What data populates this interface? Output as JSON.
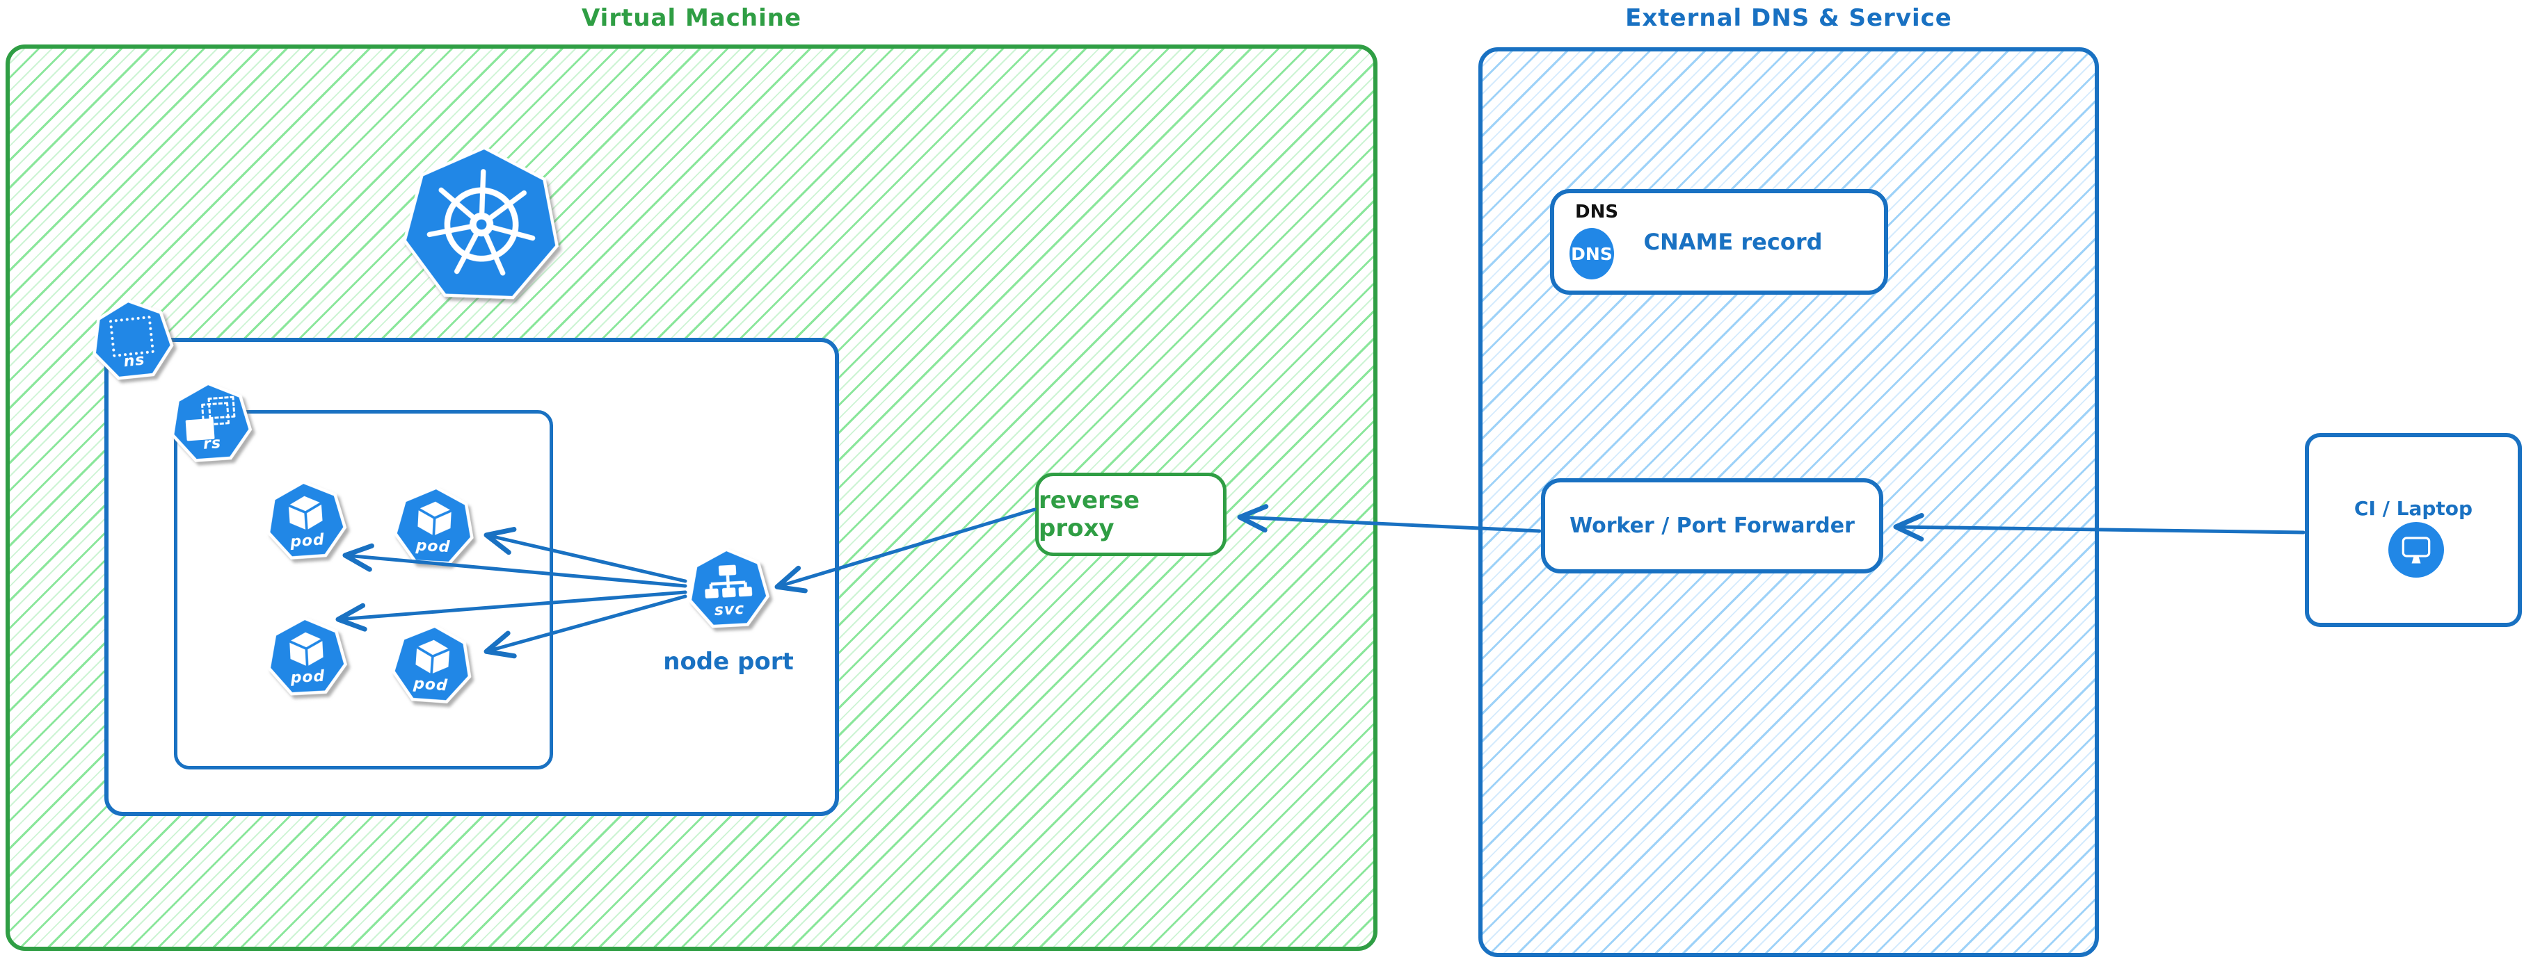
{
  "vm": {
    "title": "Virtual Machine",
    "namespace": {
      "icon_label": "ns"
    },
    "replicaset": {
      "icon_label": "rs"
    },
    "pods": [
      {
        "label": "pod"
      },
      {
        "label": "pod"
      },
      {
        "label": "pod"
      },
      {
        "label": "pod"
      }
    ],
    "service": {
      "icon_label": "svc",
      "caption": "node port"
    },
    "reverse_proxy": {
      "label": "reverse proxy"
    }
  },
  "external": {
    "title": "External DNS & Service",
    "dns": {
      "tag": "DNS",
      "badge_label": "DNS",
      "record_label": "CNAME record"
    },
    "worker": {
      "label": "Worker / Port Forwarder"
    }
  },
  "client": {
    "label": "CI / Laptop"
  },
  "icons": [
    "kubernetes-logo-icon",
    "namespace-icon",
    "replicaset-icon",
    "pod-icon",
    "service-icon",
    "dns-badge-icon",
    "monitor-icon",
    "connection-arrow"
  ],
  "colors": {
    "green_stroke": "#2f9e44",
    "green_hatch": "#8ae69b",
    "blue_stroke": "#1971c2",
    "blue_hatch": "#9ed2f8",
    "icon_blue": "#2187e6",
    "shadow_grey": "#b5b5b5",
    "tag_black": "#111111",
    "background": "#ffffff"
  }
}
